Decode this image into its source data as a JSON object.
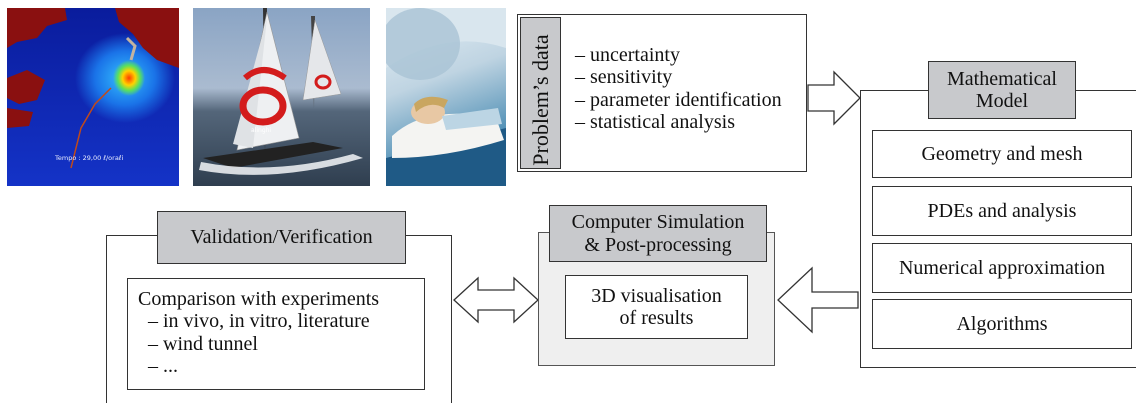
{
  "problems_data": {
    "title": "Problem’s data",
    "items": [
      "– uncertainty",
      "– sensitivity",
      "– parameter identification",
      "– statistical analysis"
    ]
  },
  "math_model": {
    "title_line1": "Mathematical",
    "title_line2": "Model",
    "items": [
      "Geometry and mesh",
      "PDEs and analysis",
      "Numerical approximation",
      "Algorithms"
    ]
  },
  "simulation": {
    "title_line1": "Computer Simulation",
    "title_line2": "& Post-processing",
    "inner_line1": "3D visualisation",
    "inner_line2": "of results"
  },
  "validation": {
    "title": "Validation/Verification",
    "lines": [
      "Comparison with experiments",
      "– in vivo, in vitro, literature",
      "– wind tunnel",
      "– ..."
    ]
  },
  "photos": {
    "map_caption": "Tempo : 29,00 ℓ/oraℓi",
    "sail_text": "alinghi"
  }
}
